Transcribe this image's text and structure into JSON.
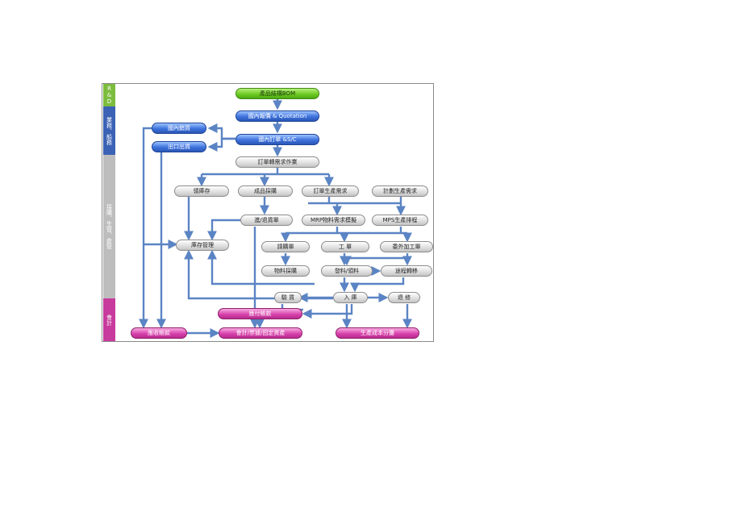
{
  "bands": {
    "rd": "R&D",
    "sales": "業務、船務",
    "mfg": "採購、生管、倉管",
    "acct": "會計"
  },
  "nodes": {
    "bom": "產品結構BOM",
    "quotation": "國內報價 & Quotation",
    "order": "國內訂單 &S/C",
    "domestic_sales": "國內銷貨",
    "export": "出口出貨",
    "order_demand": "訂單轉需求作業",
    "issue_stock": "領庫存",
    "purchase_finished": "成品採購",
    "order_production": "訂單生產需求",
    "plan_production": "計劃生產需求",
    "in_return": "進/退貨單",
    "mrp": "MRP物料需求模擬",
    "mps": "MPS生產排程",
    "inventory": "庫存管理",
    "requisition": "請購單",
    "work_order": "工 單",
    "outsource": "委外加工單",
    "material_purchase": "物料採購",
    "issue_material": "發料/領料",
    "transfer": "途程轉移",
    "inspection": "驗 貨",
    "warehouse_in": "入 庫",
    "rework": "退 修",
    "payable": "應付帳款",
    "receivable": "應收帳款",
    "accounting": "會計/票據/固定資產",
    "cost_allocation": "生產成本分攤"
  },
  "colors": {
    "arrow": "#5b84c4",
    "green": "#69c81f",
    "blue": "#3e73dd",
    "gray": "#d6d6d6",
    "pink": "#d63ea9"
  }
}
